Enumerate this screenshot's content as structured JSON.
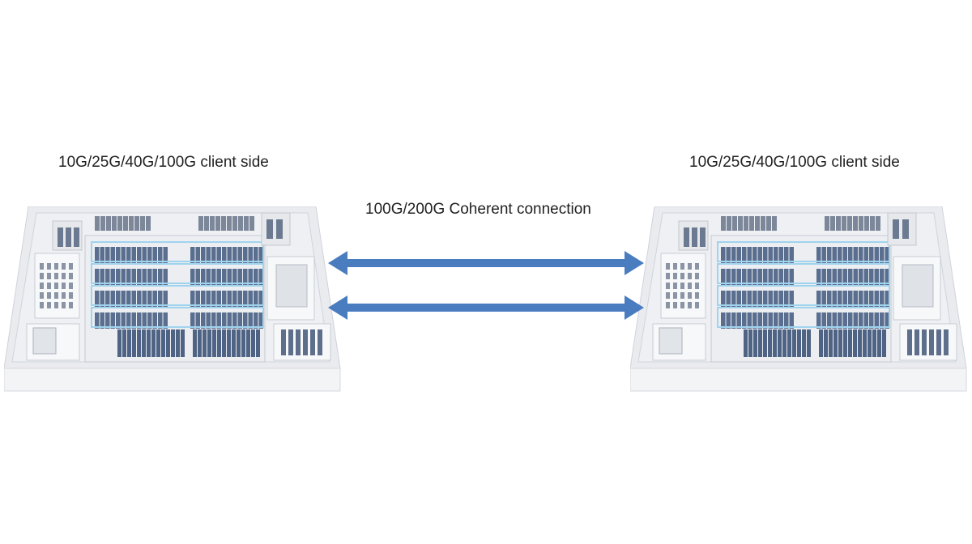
{
  "labels": {
    "left_client": "10G/25G/40G/100G client side",
    "right_client": "10G/25G/40G/100G client side",
    "connection": "100G/200G Coherent connection"
  },
  "colors": {
    "arrow": "#4a7cc0",
    "rack": "#5a6f8f",
    "highlight": "#9fd3ee",
    "floor": "#eef0f3",
    "wall": "#f7f8fa"
  },
  "icons": {
    "datacenter": "datacenter-floorplan-icon",
    "arrow": "double-headed-arrow-icon"
  }
}
